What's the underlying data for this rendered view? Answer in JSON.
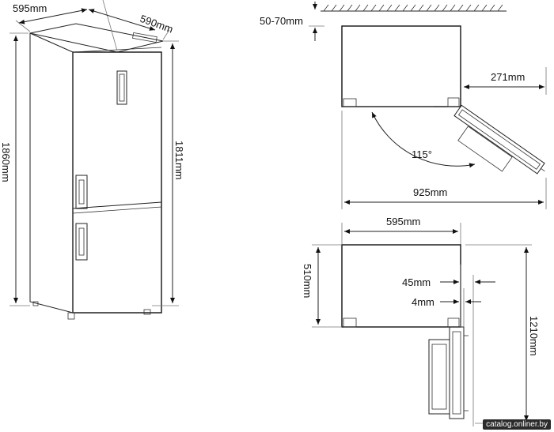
{
  "dimensions": {
    "front_width": "595mm",
    "front_depth": "590mm",
    "total_height": "1860mm",
    "body_height": "1811mm",
    "wall_gap": "50-70mm",
    "door_open_depth": "271mm",
    "door_angle": "115°",
    "open_width": "925mm",
    "top_width": "595mm",
    "top_depth": "510mm",
    "side_clearance_45": "45mm",
    "side_clearance_4": "4mm",
    "open_depth_side": "1210mm"
  },
  "watermark": "catalog.onliner.by"
}
